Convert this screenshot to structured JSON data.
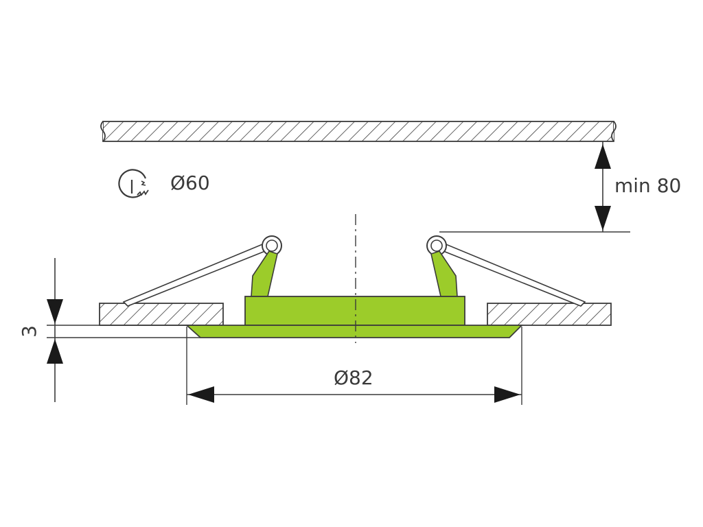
{
  "labels": {
    "cutout": "Ø60",
    "clearance": "min 80",
    "flange": "Ø82",
    "thickness": "3"
  },
  "icons": {
    "cutout_symbol": "hole-saw-icon"
  },
  "colors": {
    "fixture": "#9ccc2a",
    "outline": "#3a3a3a",
    "background": "#ffffff"
  }
}
